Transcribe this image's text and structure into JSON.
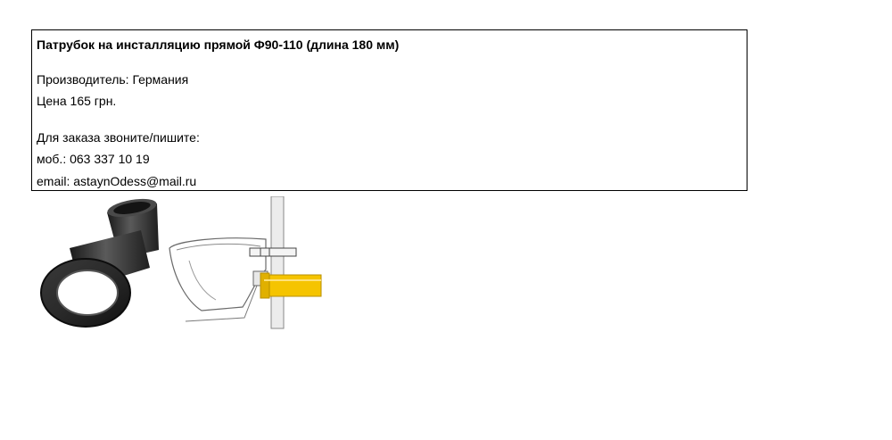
{
  "product": {
    "title": "Патрубок на инсталляцию прямой  Ф90-110 (длина 180 мм)",
    "manufacturer": "Производитель: Германия",
    "price": "Цена 165 грн."
  },
  "contact": {
    "heading": "Для заказа звоните/пишите:",
    "phone": "моб.: 063 337 10 19",
    "email": "email: astaynOdess@mail.ru"
  },
  "colors": {
    "accent_yellow": "#f5c400",
    "fitting_black": "#2a2a2a"
  }
}
